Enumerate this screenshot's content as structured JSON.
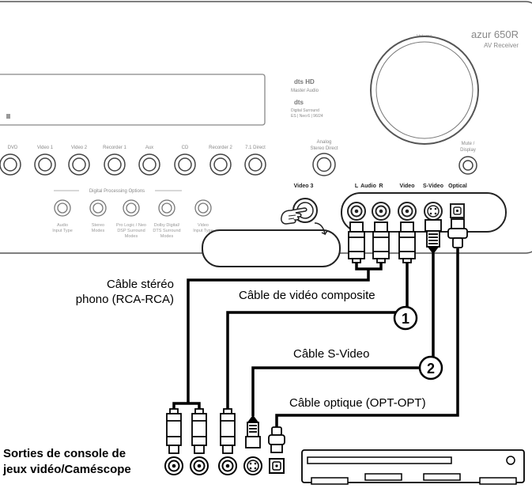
{
  "receiver": {
    "brand": "azur 650R",
    "model": "AV Receiver",
    "volume_label": "Volume",
    "mute_label": [
      "Mute /",
      "Display"
    ],
    "analog_label": [
      "Analog",
      "Stereo Direct"
    ],
    "dts_master": [
      "dts HD",
      "Master Audio"
    ],
    "dts_digital": [
      "dts",
      "Digital Surround",
      "ES | Neo:6 | 96/24"
    ],
    "source_buttons": [
      "DVD",
      "Video 1",
      "Video 2",
      "Recorder 1",
      "Aux",
      "CD",
      "Recorder 2",
      "7.1 Direct"
    ],
    "dsp_title": "Digital Processing Options",
    "dsp_buttons": [
      [
        "Audio",
        "Input Type"
      ],
      [
        "Stereo",
        "Modes"
      ],
      [
        "Pro Logic / Neo",
        "DSP Surround",
        "Modes"
      ],
      [
        "Dolby Digital/",
        "DTS Surround",
        "Modes"
      ],
      [
        "Video",
        "Input Type"
      ]
    ],
    "front_input": {
      "video3_label": "Video 3",
      "l_label": "L",
      "audio_label": "Audio",
      "r_label": "R",
      "video_label": "Video",
      "svideo_label": "S-Video",
      "optical_label": "Optical"
    }
  },
  "cables": {
    "stereo": [
      "Câble stéréo",
      "phono (RCA-RCA)"
    ],
    "composite": "Câble de vidéo composite",
    "svideo": "Câble S-Video",
    "optical": "Câble optique (OPT-OPT)",
    "marker_1": "1",
    "marker_2": "2"
  },
  "device_label": [
    "Sorties de console de",
    "jeux vidéo/Caméscope"
  ]
}
